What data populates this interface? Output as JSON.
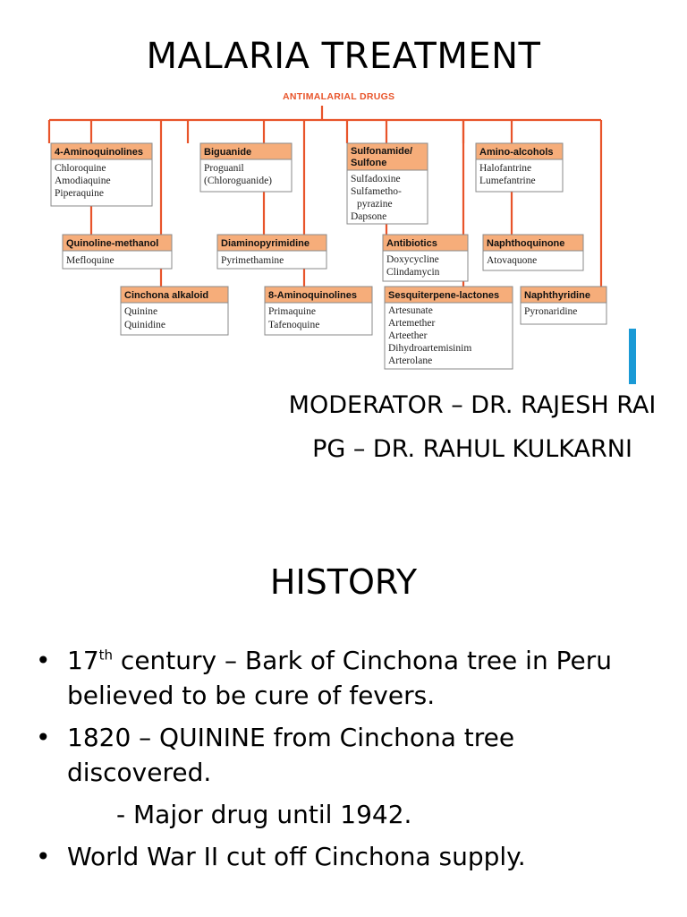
{
  "title": "MALARIA TREATMENT",
  "diagram": {
    "root": "ANTIMALARIAL DRUGS",
    "classes": [
      {
        "name": "4-Aminoquinolines",
        "drugs": [
          "Chloroquine",
          "Amodiaquine",
          "Piperaquine"
        ]
      },
      {
        "name": "Quinoline-methanol",
        "drugs": [
          "Mefloquine"
        ]
      },
      {
        "name": "Cinchona alkaloid",
        "drugs": [
          "Quinine",
          "Quinidine"
        ]
      },
      {
        "name": "Biguanide",
        "drugs": [
          "Proguanil",
          "(Chloroguanide)"
        ]
      },
      {
        "name": "Diaminopyrimidine",
        "drugs": [
          "Pyrimethamine"
        ]
      },
      {
        "name": "8-Aminoquinolines",
        "drugs": [
          "Primaquine",
          "Tafenoquine"
        ]
      },
      {
        "name": "Sulfonamide/",
        "name2": "Sulfone",
        "drugs": [
          "Sulfadoxine",
          "Sulfametho-",
          "pyrazine",
          "Dapsone"
        ]
      },
      {
        "name": "Antibiotics",
        "drugs": [
          "Doxycycline",
          "Clindamycin"
        ]
      },
      {
        "name": "Sesquiterpene-lactones",
        "drugs": [
          "Artesunate",
          "Artemether",
          "Arteether",
          "Dihydroartemisinim",
          "Arterolane"
        ]
      },
      {
        "name": "Amino-alcohols",
        "drugs": [
          "Halofantrine",
          "Lumefantrine"
        ]
      },
      {
        "name": "Naphthoquinone",
        "drugs": [
          "Atovaquone"
        ]
      },
      {
        "name": "Naphthyridine",
        "drugs": [
          "Pyronaridine"
        ]
      }
    ],
    "colors": {
      "header_fill": "#f6ad7a",
      "line": "#e8542a",
      "box_border": "#8a8a8a"
    }
  },
  "moderator": "MODERATOR – DR. RAJESH RAI",
  "pg": "PG – DR. RAHUL KULKARNI",
  "history": {
    "title": "HISTORY",
    "b1_num": "17",
    "b1_sup": "th",
    "b1_rest": " century – Bark of Cinchona tree in Peru believed to be cure of fevers.",
    "b2": "1820 – QUININE from Cinchona tree discovered.",
    "b2_sub": "- Major drug until 1942.",
    "b3": "World War II cut off Cinchona supply."
  },
  "bullet_glyph": "•",
  "accent_blue": "#1a9ad6"
}
